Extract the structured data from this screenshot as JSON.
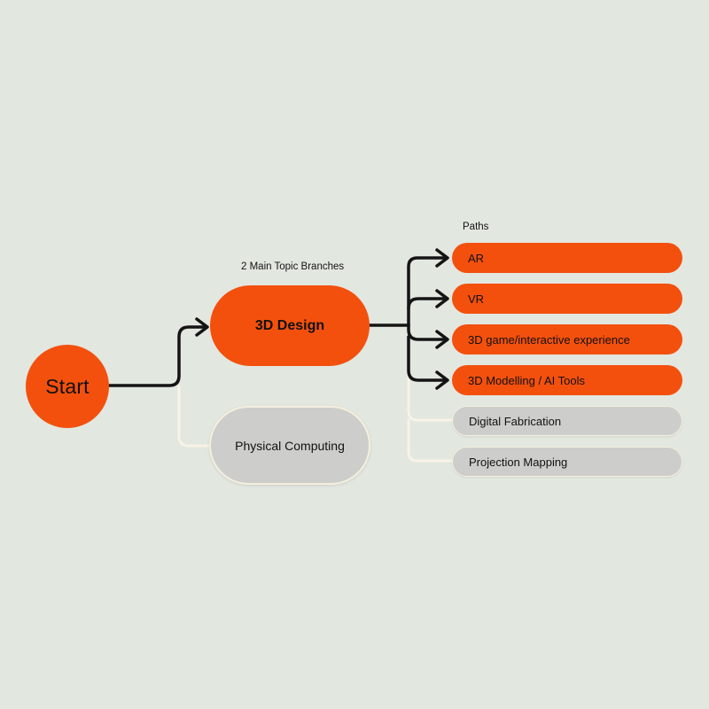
{
  "diagram": {
    "start": {
      "label": "Start"
    },
    "annotations": {
      "branches_label": "2 Main Topic Branches",
      "paths_label": "Paths"
    },
    "main_branches": [
      {
        "label": "3D Design",
        "style": "orange"
      },
      {
        "label": "Physical Computing",
        "style": "gray"
      }
    ],
    "paths": [
      {
        "label": "AR",
        "style": "orange"
      },
      {
        "label": "VR",
        "style": "orange"
      },
      {
        "label": "3D game/interactive experience",
        "style": "orange"
      },
      {
        "label": "3D Modelling / AI Tools",
        "style": "orange"
      },
      {
        "label": "Digital Fabrication",
        "style": "gray"
      },
      {
        "label": "Projection Mapping",
        "style": "gray"
      }
    ],
    "colors": {
      "background": "#E2E7E0",
      "accent_orange": "#F3500E",
      "gray_node": "#CDCDCB",
      "cream_border": "#F6EFDE",
      "connector_black": "#141414",
      "connector_light": "#F8F3E6",
      "text": "#111111"
    }
  }
}
